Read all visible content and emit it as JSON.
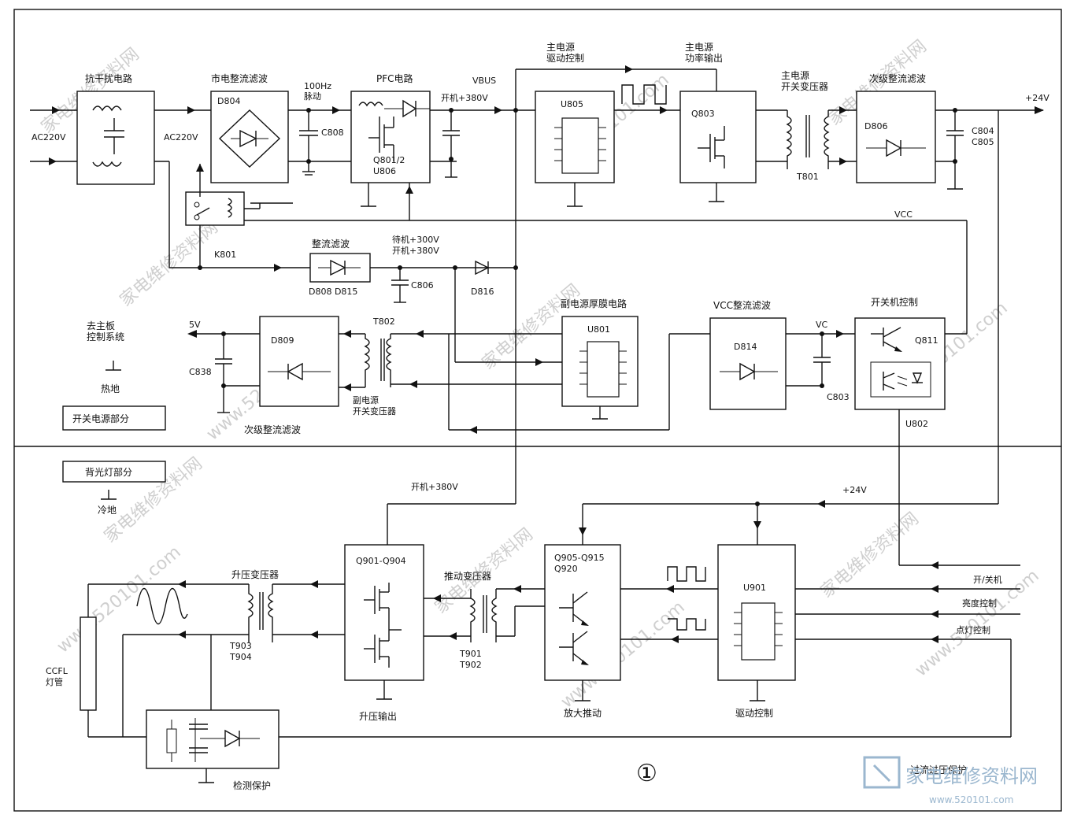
{
  "labels": {
    "emi": "抗干扰电路",
    "ac_in": "AC220V",
    "ac_mid": "AC220V",
    "rect": "市电整流滤波",
    "d804": "D804",
    "hz1": "100Hz",
    "hz2": "脉动",
    "c808": "C808",
    "pfc": "PFC电路",
    "q801": "Q801/2",
    "u806": "U806",
    "vbus": "VBUS",
    "on380": "开机+380V",
    "main_drv1": "主电源",
    "main_drv2": "驱动控制",
    "u805": "U805",
    "main_pwr1": "主电源",
    "main_pwr2": "功率输出",
    "q803": "Q803",
    "tx1": "主电源",
    "tx2": "开关变压器",
    "t801": "T801",
    "sec": "次级整流滤波",
    "d806": "D806",
    "c804": "C804",
    "c805": "C805",
    "v24": "+24V",
    "vcc": "VCC",
    "k801": "K801",
    "rect2": "整流滤波",
    "d808": "D808 D815",
    "stby1": "待机+300V",
    "stby2": "开机+380V",
    "c806": "C806",
    "d816": "D816",
    "aux_ic": "副电源厚膜电路",
    "u801": "U801",
    "vcc_rect": "VCC整流滤波",
    "d814": "D814",
    "vc": "VC",
    "c803": "C803",
    "onoff_ctrl": "开关机控制",
    "q811": "Q811",
    "u802": "U802",
    "to_main1": "去主板",
    "to_main2": "控制系统",
    "hot_gnd": "热地",
    "sw_section": "开关电源部分",
    "v5": "5V",
    "c838": "C838",
    "d809": "D809",
    "t802": "T802",
    "aux_tx1": "副电源",
    "aux_tx2": "开关变压器",
    "sec2": "次级整流滤波",
    "bl_section": "背光灯部分",
    "cold_gnd": "冷地",
    "on380_b": "开机+380V",
    "v24_b": "+24V",
    "q901": "Q901-Q904",
    "boost_tx": "升压变压器",
    "drive_tx": "推动变压器",
    "q905a": "Q905-Q915",
    "q905b": "Q920",
    "u901": "U901",
    "t903": "T903",
    "t904": "T904",
    "t901": "T901",
    "t902": "T902",
    "ccfl1": "CCFL",
    "ccfl2": "灯管",
    "boost_out": "升压输出",
    "amp_drive": "放大推动",
    "drive_ctrl": "驱动控制",
    "detect": "检测保护",
    "ovp": "过流过压保护",
    "onoff": "开/关机",
    "bright": "亮度控制",
    "ignite": "点灯控制",
    "fig_no": "①"
  },
  "watermark": {
    "text1": "家电维修资料网",
    "text2": "www.520101.com",
    "logo_text": "家电维修资料网",
    "logo_url": "www.520101.com"
  },
  "colors": {
    "ink": "#111111",
    "watermark": "#cfcfcf",
    "logo": "#9bb7cf"
  }
}
